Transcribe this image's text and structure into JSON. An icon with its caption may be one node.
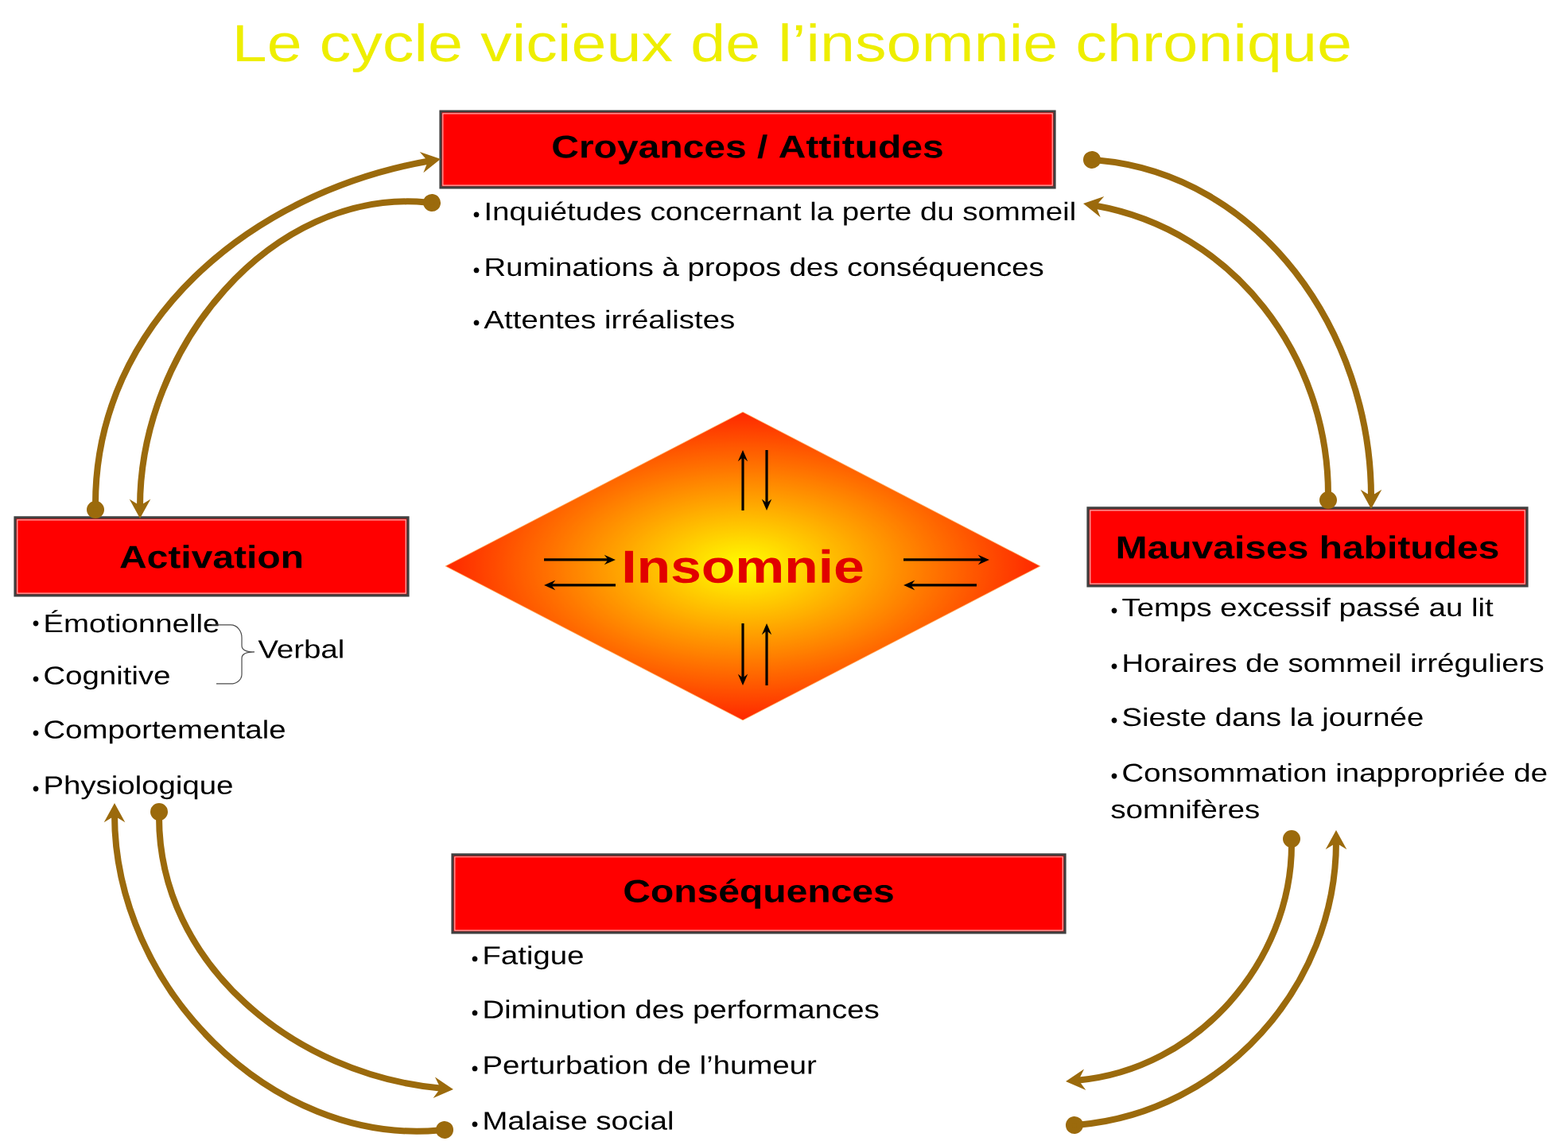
{
  "diagram": {
    "title": "Le cycle vicieux de l’insomnie chronique",
    "nodes": [
      {
        "text": [
          "Croyances / Attitudes",
          "Inquiétudes concernant la perte du sommeil",
          "Ruminations à propos des conséquences",
          "Attentes irréalistes"
        ]
      },
      {
        "text": [
          "Activation",
          "Émotionnelle",
          "Cognitive",
          "Comportementale",
          "Physiologique"
        ]
      },
      {
        "text": [
          "Insomnie"
        ]
      },
      {
        "text": [
          "Mauvaises habitudes",
          "Temps excessif passé au lit",
          "Horaires de sommeil irréguliers",
          "Sieste dans la journée",
          "Consommation inappropriée de somnifères"
        ]
      },
      {
        "text": [
          "Conséquences",
          "Fatigue",
          "Diminution des performances",
          "Perturbation de l’humeur",
          "Malaise social"
        ]
      }
    ],
    "edges": [
      {
        "from": 0,
        "to": 1,
        "arrow": "to"
      },
      {
        "from": 1,
        "to": 0,
        "arrow": "to"
      },
      {
        "from": 0,
        "to": 3,
        "arrow": "to"
      },
      {
        "from": 3,
        "to": 0,
        "arrow": "to"
      },
      {
        "from": 3,
        "to": 4,
        "arrow": "to"
      },
      {
        "from": 4,
        "to": 3,
        "arrow": "to"
      },
      {
        "from": 1,
        "to": 4,
        "arrow": "to"
      },
      {
        "from": 4,
        "to": 1,
        "arrow": "to"
      }
    ],
    "labels": [
      "Verbal"
    ]
  }
}
